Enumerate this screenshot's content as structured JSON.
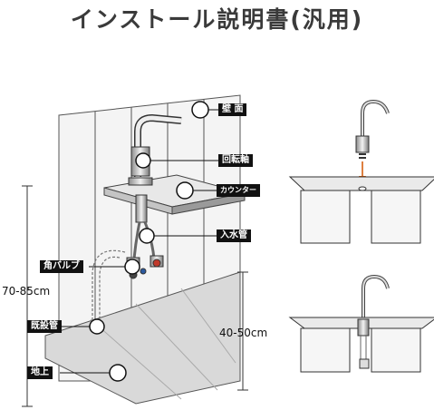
{
  "title": "インストール説明書(汎用)",
  "labels": {
    "wall": "壁 面",
    "swivel": "回転軸",
    "counter": "カウンター",
    "inlet_pipe": "入水管",
    "angle_valve": "角バルブ",
    "drain_pipe": "既設管",
    "floor": "地上"
  },
  "dimensions": {
    "valve_height": "70-85cm",
    "valve_to_counter": "40-50cm"
  }
}
